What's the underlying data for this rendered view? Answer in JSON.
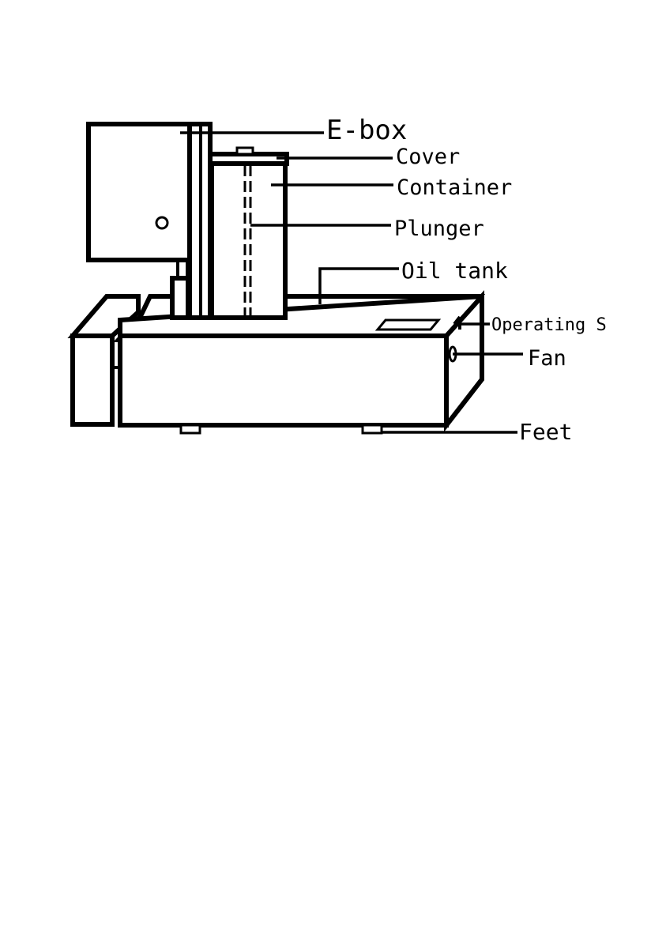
{
  "labels": {
    "e_box": "E-box",
    "cover": "Cover",
    "container": "Container",
    "plunger": "Plunger",
    "oil_tank": "Oil tank",
    "operating_s": "Operating S",
    "fan": "Fan",
    "feet": "Feet"
  }
}
